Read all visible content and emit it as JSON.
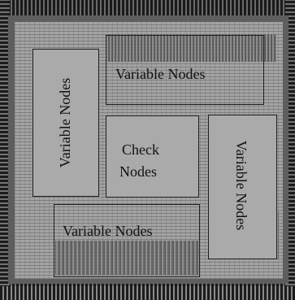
{
  "blocks": {
    "top_variable": "Variable Nodes",
    "left_variable": "Variable Nodes",
    "center_check_line1": "Check",
    "center_check_line2": "Nodes",
    "right_variable": "Variable Nodes",
    "bottom_variable": "Variable Nodes"
  }
}
